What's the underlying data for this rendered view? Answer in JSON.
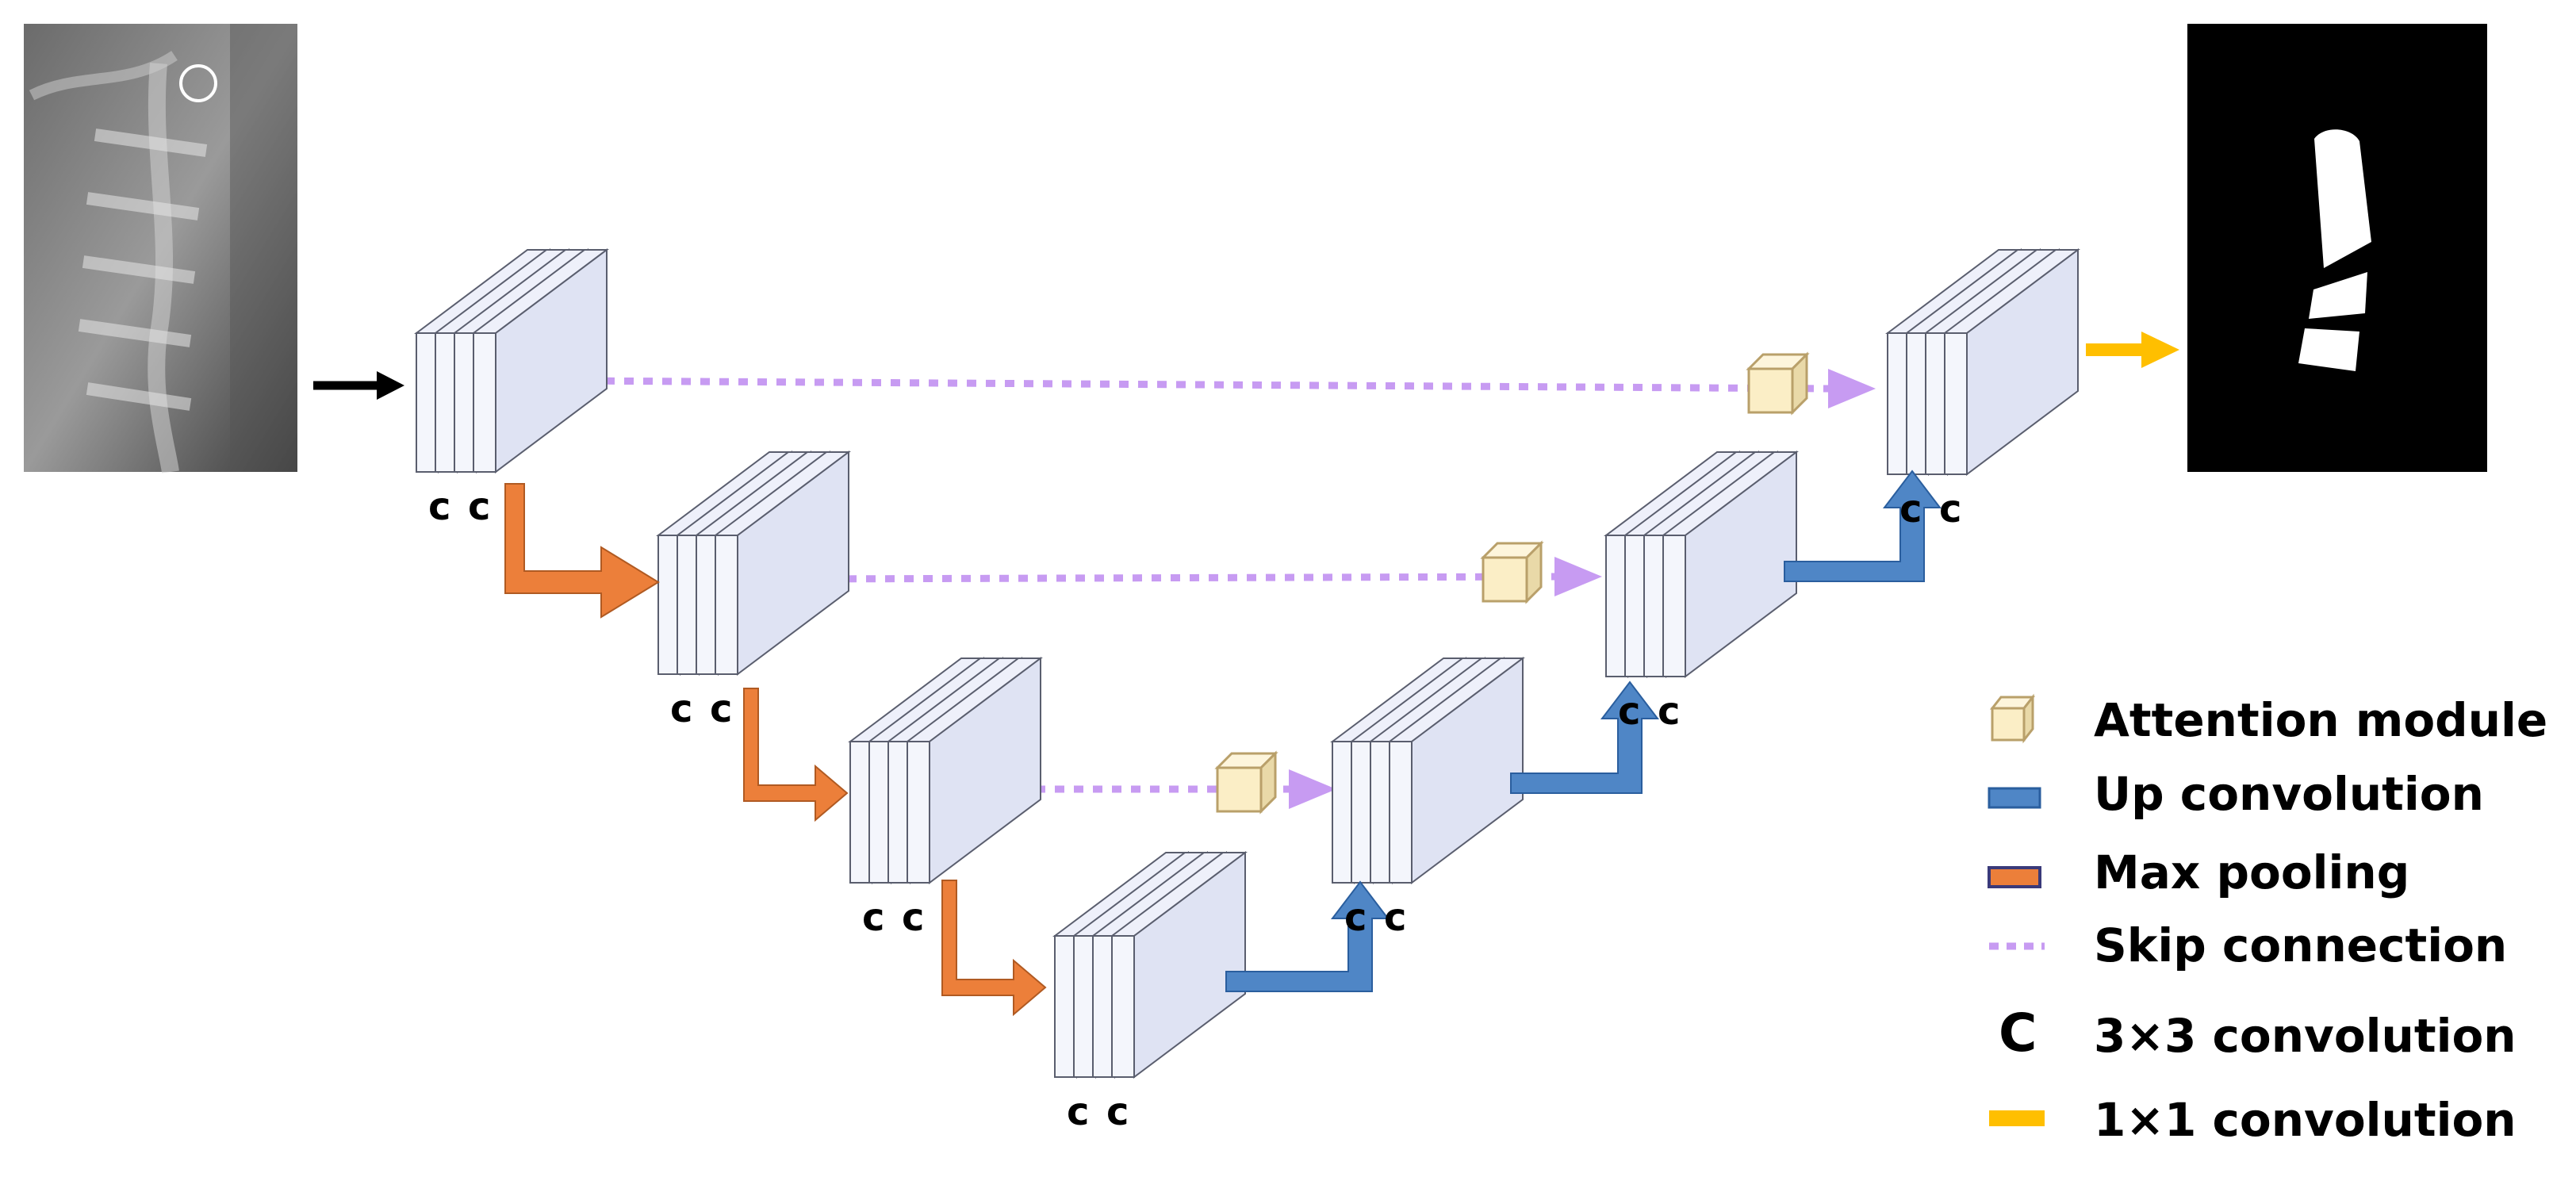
{
  "conv_label": "c",
  "legend": {
    "attention": "Attention module",
    "up": "Up convolution",
    "pool": "Max pooling",
    "skip": "Skip connection",
    "conv3_symbol": "C",
    "conv3": "3×3 convolution",
    "conv1": "1×1 convolution"
  },
  "colors": {
    "block_fill": "#dfe3f3",
    "block_stroke": "#5a5e6e",
    "attention_fill": "#fbeec6",
    "attention_stroke": "#b9a06a",
    "up_conv": "#4f86c6",
    "up_conv_stroke": "#2a5e9e",
    "max_pool": "#ec7f3a",
    "max_pool_stroke": "#b05a22",
    "skip": "#c79bf2",
    "one_by_one": "#ffbf00",
    "input_arrow": "#000000"
  },
  "icons": {
    "input": "cervical-spine-xray-image",
    "output": "segmentation-mask-image"
  }
}
